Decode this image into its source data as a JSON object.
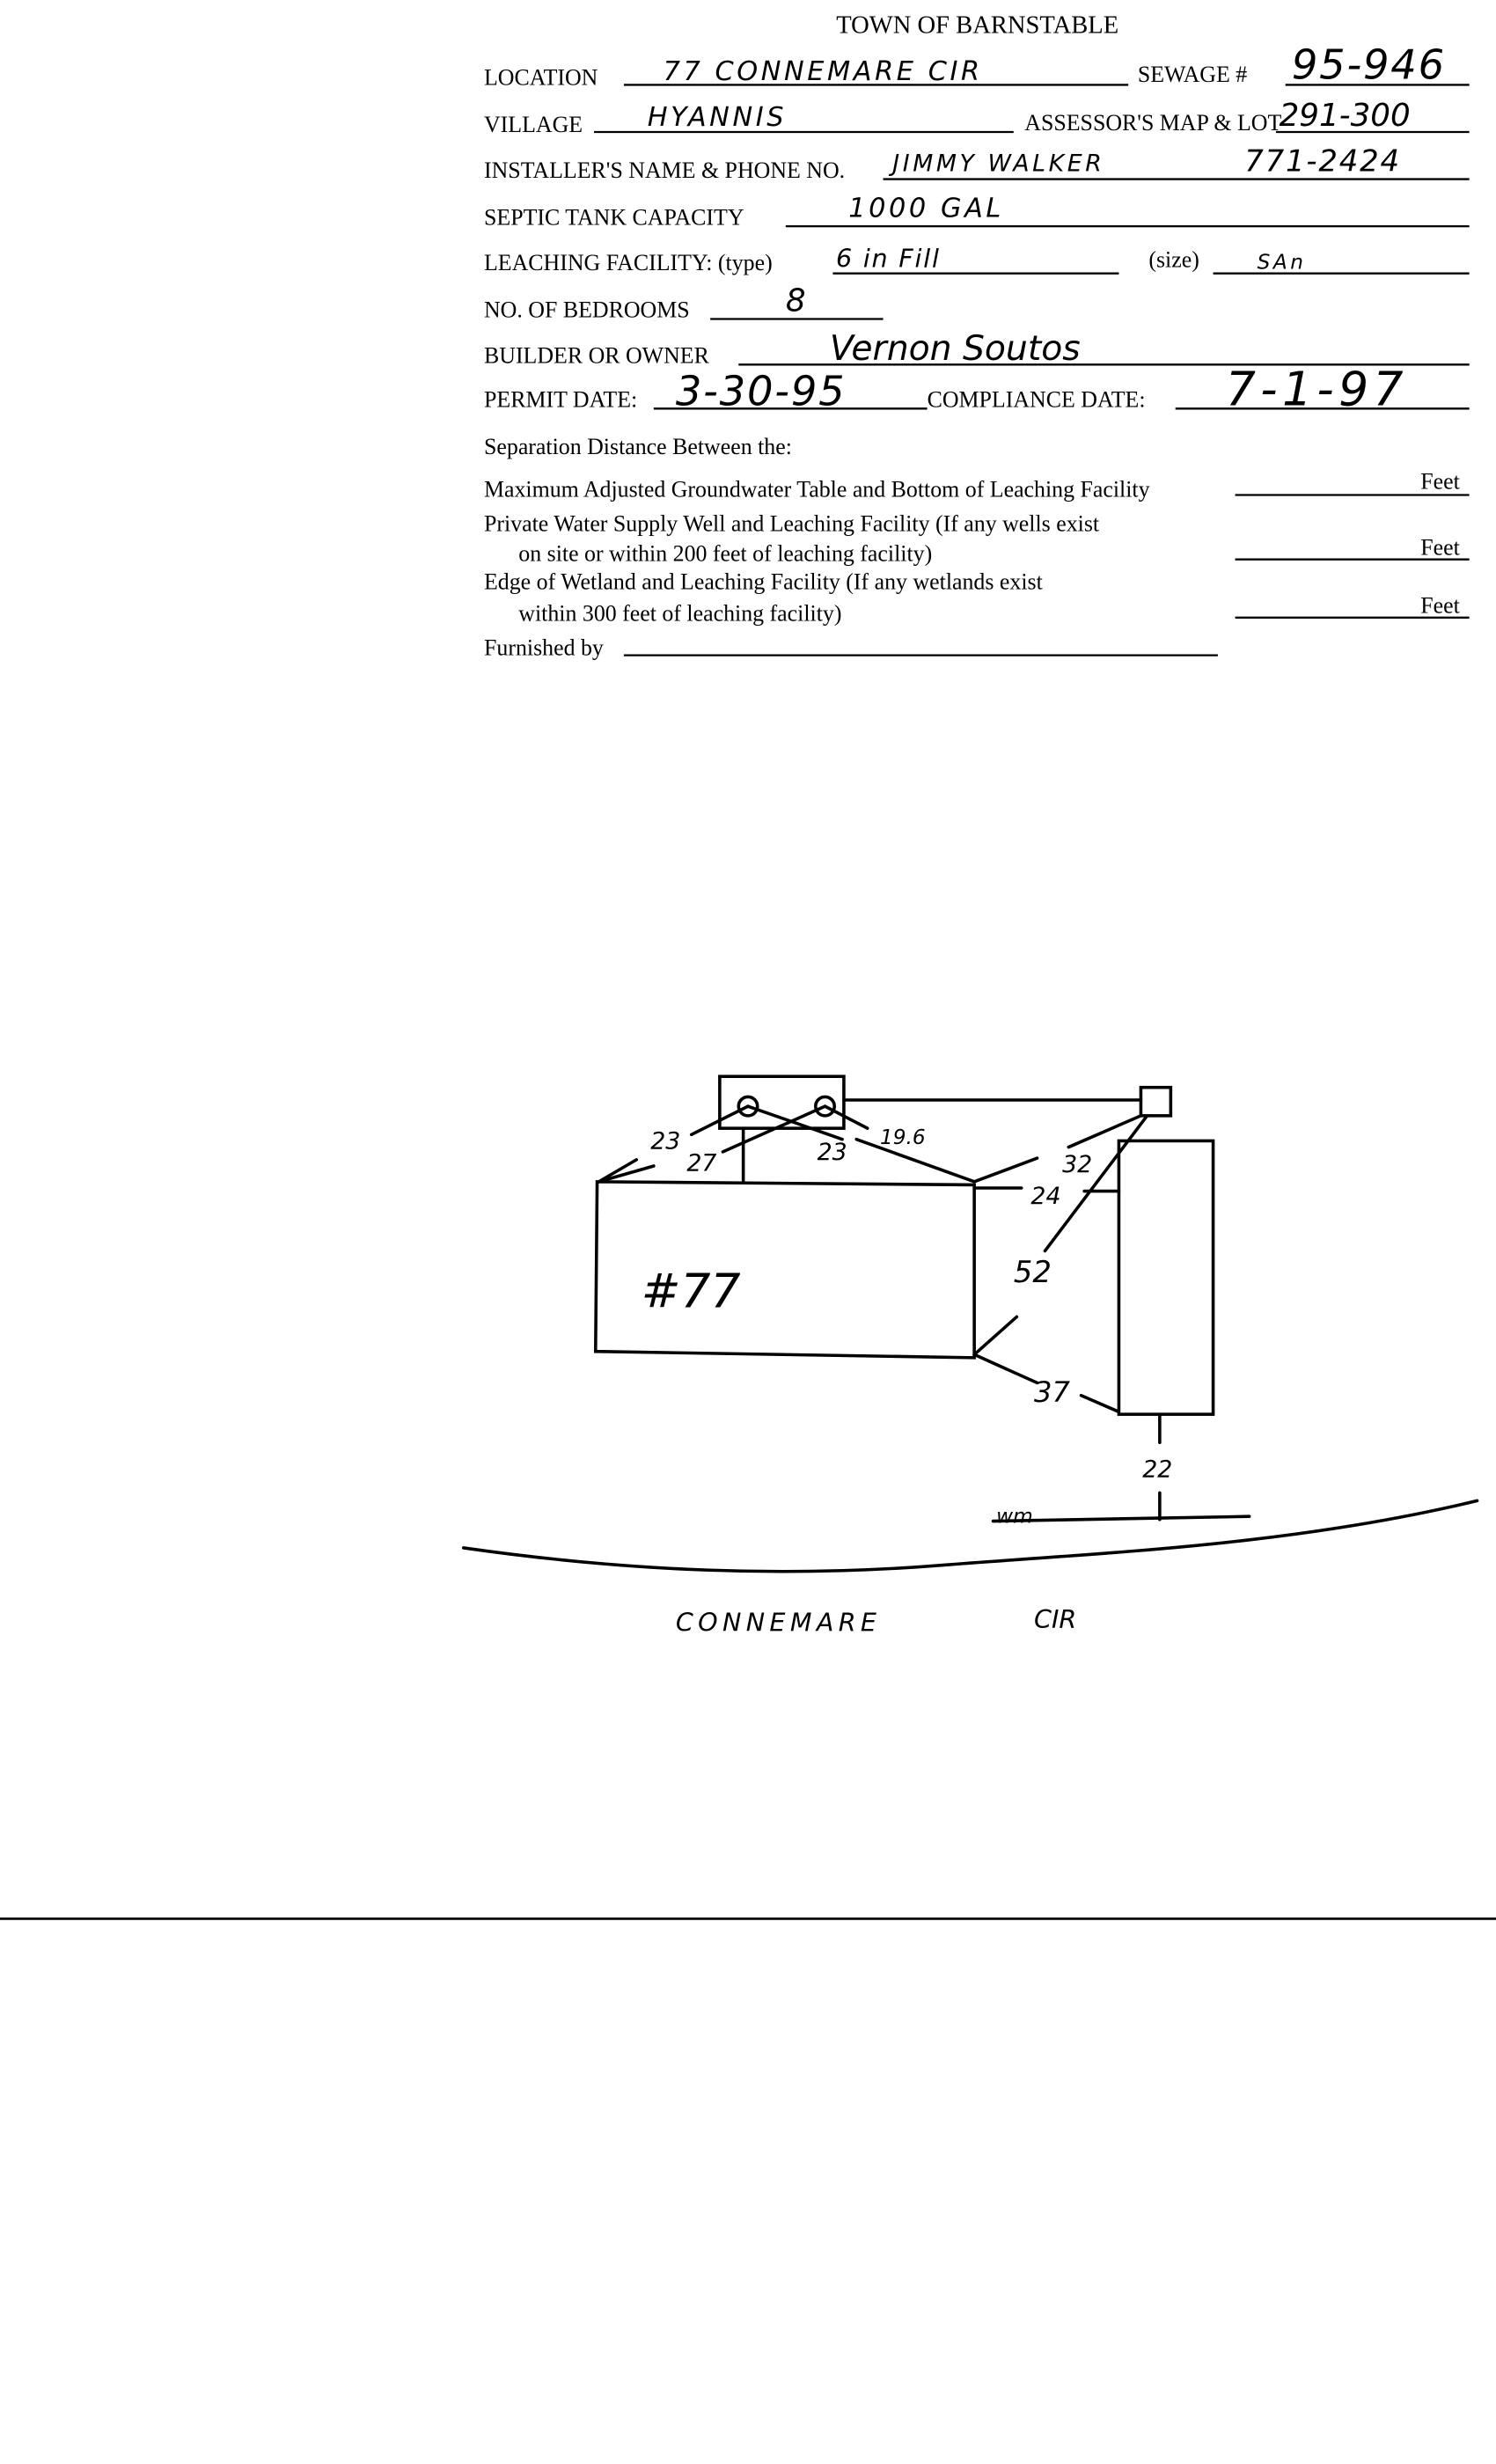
{
  "form": {
    "title": "TOWN OF BARNSTABLE",
    "location_label": "LOCATION",
    "location_value": "77 CONNEMARE CIR",
    "sewage_label": "SEWAGE #",
    "sewage_value": "95-946",
    "village_label": "VILLAGE",
    "village_value": "HYANNIS",
    "map_lot_label": "ASSESSOR'S MAP & LOT",
    "map_lot_value": "291-300",
    "installer_label": "INSTALLER'S NAME & PHONE NO.",
    "installer_name": "JIMMY WALKER",
    "installer_phone": "771-2424",
    "tank_label": "SEPTIC TANK CAPACITY",
    "tank_value": "1000 GAL",
    "leaching_label": "LEACHING FACILITY: (type)",
    "leaching_type": "6 in Fill",
    "size_label": "(size)",
    "size_value": "SAn",
    "bedrooms_label": "NO. OF BEDROOMS",
    "bedrooms_value": "8",
    "owner_label": "BUILDER OR OWNER",
    "owner_value": "Vernon Soutos",
    "permit_label": "PERMIT DATE:",
    "permit_value": "3-30-95",
    "compliance_label": "COMPLIANCE DATE:",
    "compliance_value": "7-1-97",
    "separation_heading": "Separation Distance Between the:",
    "sep1": "Maximum Adjusted Groundwater Table and Bottom of Leaching Facility",
    "sep2_line1": "Private Water Supply Well and Leaching Facility  (If any wells exist",
    "sep2_line2": "on site or within 200 feet of leaching facility)",
    "sep3_line1": "Edge of Wetland and Leaching Facility (If any wetlands exist",
    "sep3_line2": "within 300 feet of leaching facility)",
    "feet_unit": "Feet",
    "furnished_label": "Furnished by"
  },
  "sketch": {
    "house_label": "#77",
    "d_23a": "23",
    "d_27": "27",
    "d_23b": "23",
    "d_19_6": "19.6",
    "d_32": "32",
    "d_24": "24",
    "d_52": "52",
    "d_37": "37",
    "d_22": "22",
    "wm_label": "wm",
    "street_name": "CONNEMARE",
    "street_suffix": "CIR"
  }
}
